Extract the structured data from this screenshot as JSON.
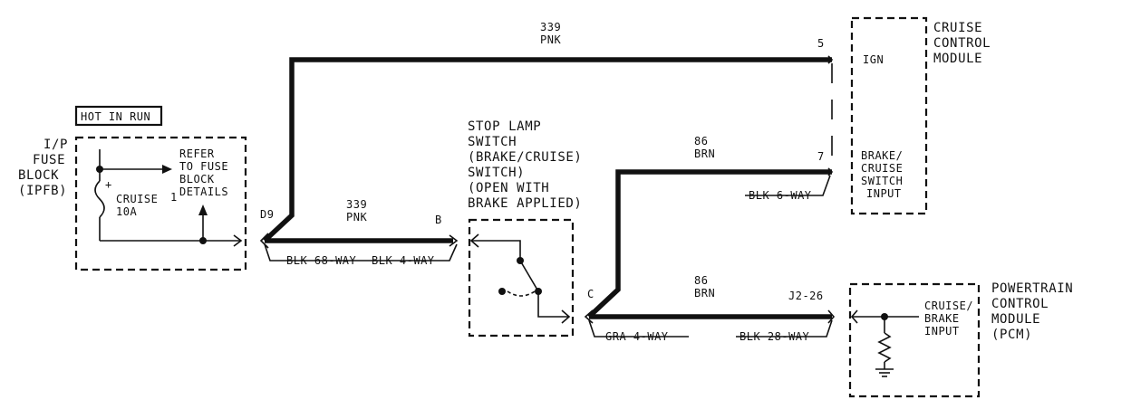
{
  "hot_in_run": "HOT IN RUN",
  "fuse_block": {
    "line1": "I/P",
    "line2": "FUSE",
    "line3": "BLOCK",
    "line4": "(IPFB)",
    "fuse_plus": "+",
    "fuse_name": "CRUISE",
    "fuse_rating": "10A",
    "fuse_mark": "1",
    "refer_line1": "REFER",
    "refer_line2": "TO FUSE",
    "refer_line3": "BLOCK",
    "refer_line4": "DETAILS"
  },
  "stop_lamp": {
    "line1": "STOP LAMP",
    "line2": "SWITCH",
    "line3": "(BRAKE/CRUISE)",
    "line4": "SWITCH)",
    "line5": "(OPEN WITH",
    "line6": "BRAKE APPLIED)"
  },
  "cruise_module": {
    "title1": "CRUISE",
    "title2": "CONTROL",
    "title3": "MODULE",
    "ign": "IGN",
    "input1": "BRAKE/",
    "input2": "CRUISE",
    "input3": "SWITCH",
    "input4": "INPUT"
  },
  "pcm": {
    "title1": "POWERTRAIN",
    "title2": "CONTROL",
    "title3": "MODULE",
    "title4": "(PCM)",
    "input1": "CRUISE/",
    "input2": "BRAKE",
    "input3": "INPUT"
  },
  "wires": {
    "w339_top_num": "339",
    "w339_top_color": "PNK",
    "w339_low_num": "339",
    "w339_low_color": "PNK",
    "w86_top_num": "86",
    "w86_top_color": "BRN",
    "w86_low_num": "86",
    "w86_low_color": "BRN"
  },
  "pins": {
    "d9": "D9",
    "b": "B",
    "c": "C",
    "p5": "5",
    "p7": "7",
    "j2_26": "J2-26"
  },
  "connectors": {
    "blk68": "BLK 68-WAY",
    "blk4": "BLK 4-WAY",
    "gra4": "GRA 4-WAY",
    "blk28": "BLK 28-WAY",
    "blk6": "BLK 6-WAY"
  }
}
